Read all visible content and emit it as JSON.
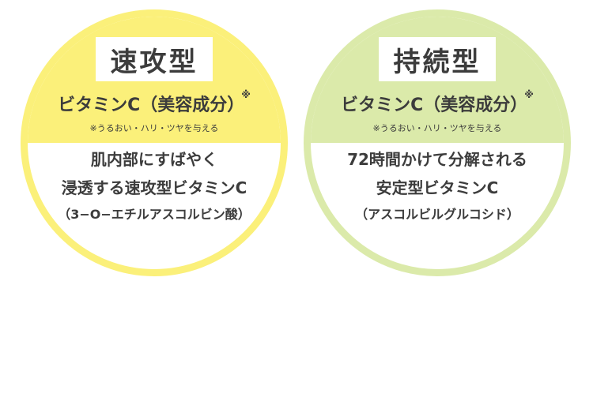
{
  "left": {
    "tag": "速攻型",
    "vitamin_c": "ビタミンC（美容成分）",
    "footnote_mark": "※",
    "note": "※うるおい・ハリ・ツヤを与える",
    "lines": [
      "肌内部にすばやく",
      "浸透する速攻型ビタミンC"
    ],
    "sub": "（3−O−エチルアスコルビン酸）",
    "color": "#fbf07a"
  },
  "right": {
    "tag": "持続型",
    "vitamin_c": "ビタミンC（美容成分）",
    "footnote_mark": "※",
    "note": "※うるおい・ハリ・ツヤを与える",
    "lines": [
      "72時間かけて分解される",
      "安定型ビタミンC"
    ],
    "sub": "（アスコルビルグルコシド）",
    "color": "#dbeaaa"
  }
}
